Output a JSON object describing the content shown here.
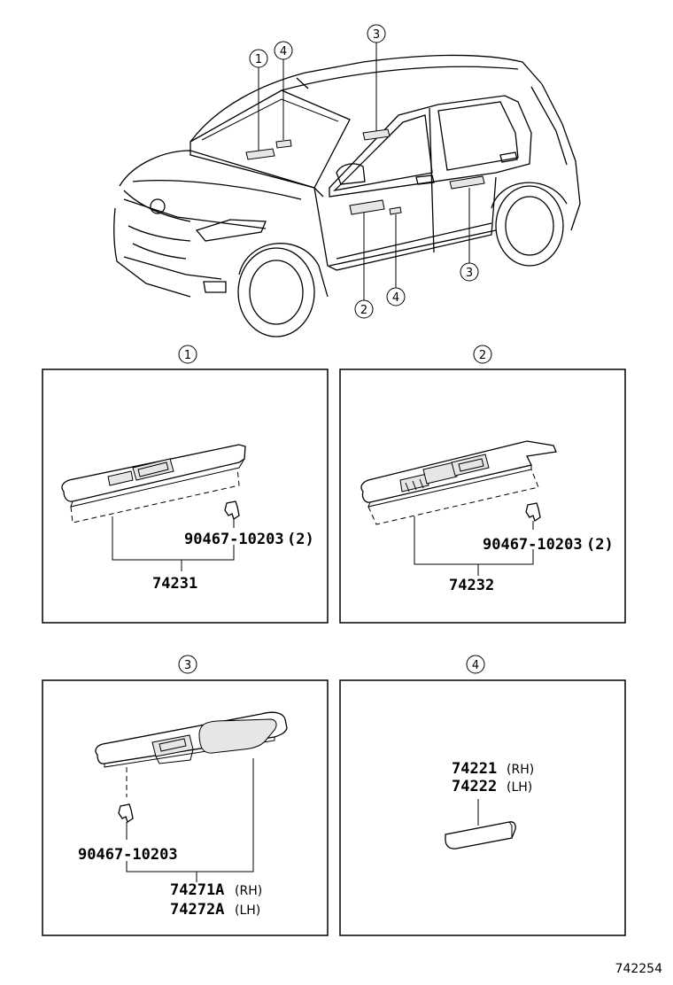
{
  "callouts": {
    "c1": "1",
    "c2": "2",
    "c3": "3",
    "c4": "4"
  },
  "panel1": {
    "index": "1",
    "clip_part": "90467-10203",
    "clip_qty": "(2)",
    "main_part": "74231"
  },
  "panel2": {
    "index": "2",
    "clip_part": "90467-10203",
    "clip_qty": "(2)",
    "main_part": "74232"
  },
  "panel3": {
    "index": "3",
    "clip_part": "90467-10203",
    "part_rh": "74271A",
    "part_rh_side": "(RH)",
    "part_lh": "74272A",
    "part_lh_side": "(LH)"
  },
  "panel4": {
    "index": "4",
    "part_rh": "74221",
    "part_rh_side": "(RH)",
    "part_lh": "74222",
    "part_lh_side": "(LH)"
  },
  "figure_id": "742254"
}
